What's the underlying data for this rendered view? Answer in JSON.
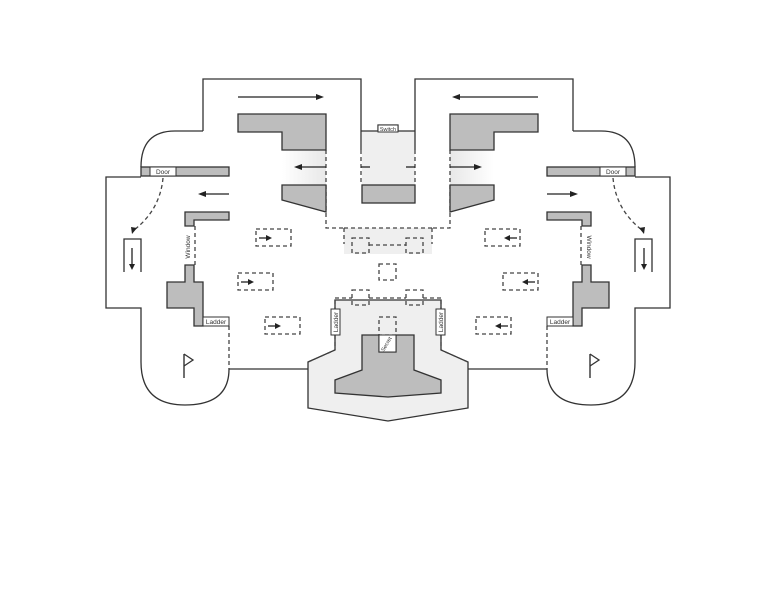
{
  "map": {
    "labels": {
      "door_left": "Door",
      "door_right": "Door",
      "switch": "Switch",
      "window_left": "Window",
      "window_right": "Window",
      "ladder_left_outer": "Ladder",
      "ladder_right_outer": "Ladder",
      "ladder_center_left": "Ladder",
      "ladder_center_right": "Ladder",
      "secret": "Secret"
    },
    "markers": {
      "flag_left": "flag-icon",
      "flag_right": "flag-icon"
    },
    "colors": {
      "wall": "#333333",
      "block_fill": "#bdbdbd",
      "light_fill": "#efefef",
      "background": "#ffffff"
    }
  }
}
